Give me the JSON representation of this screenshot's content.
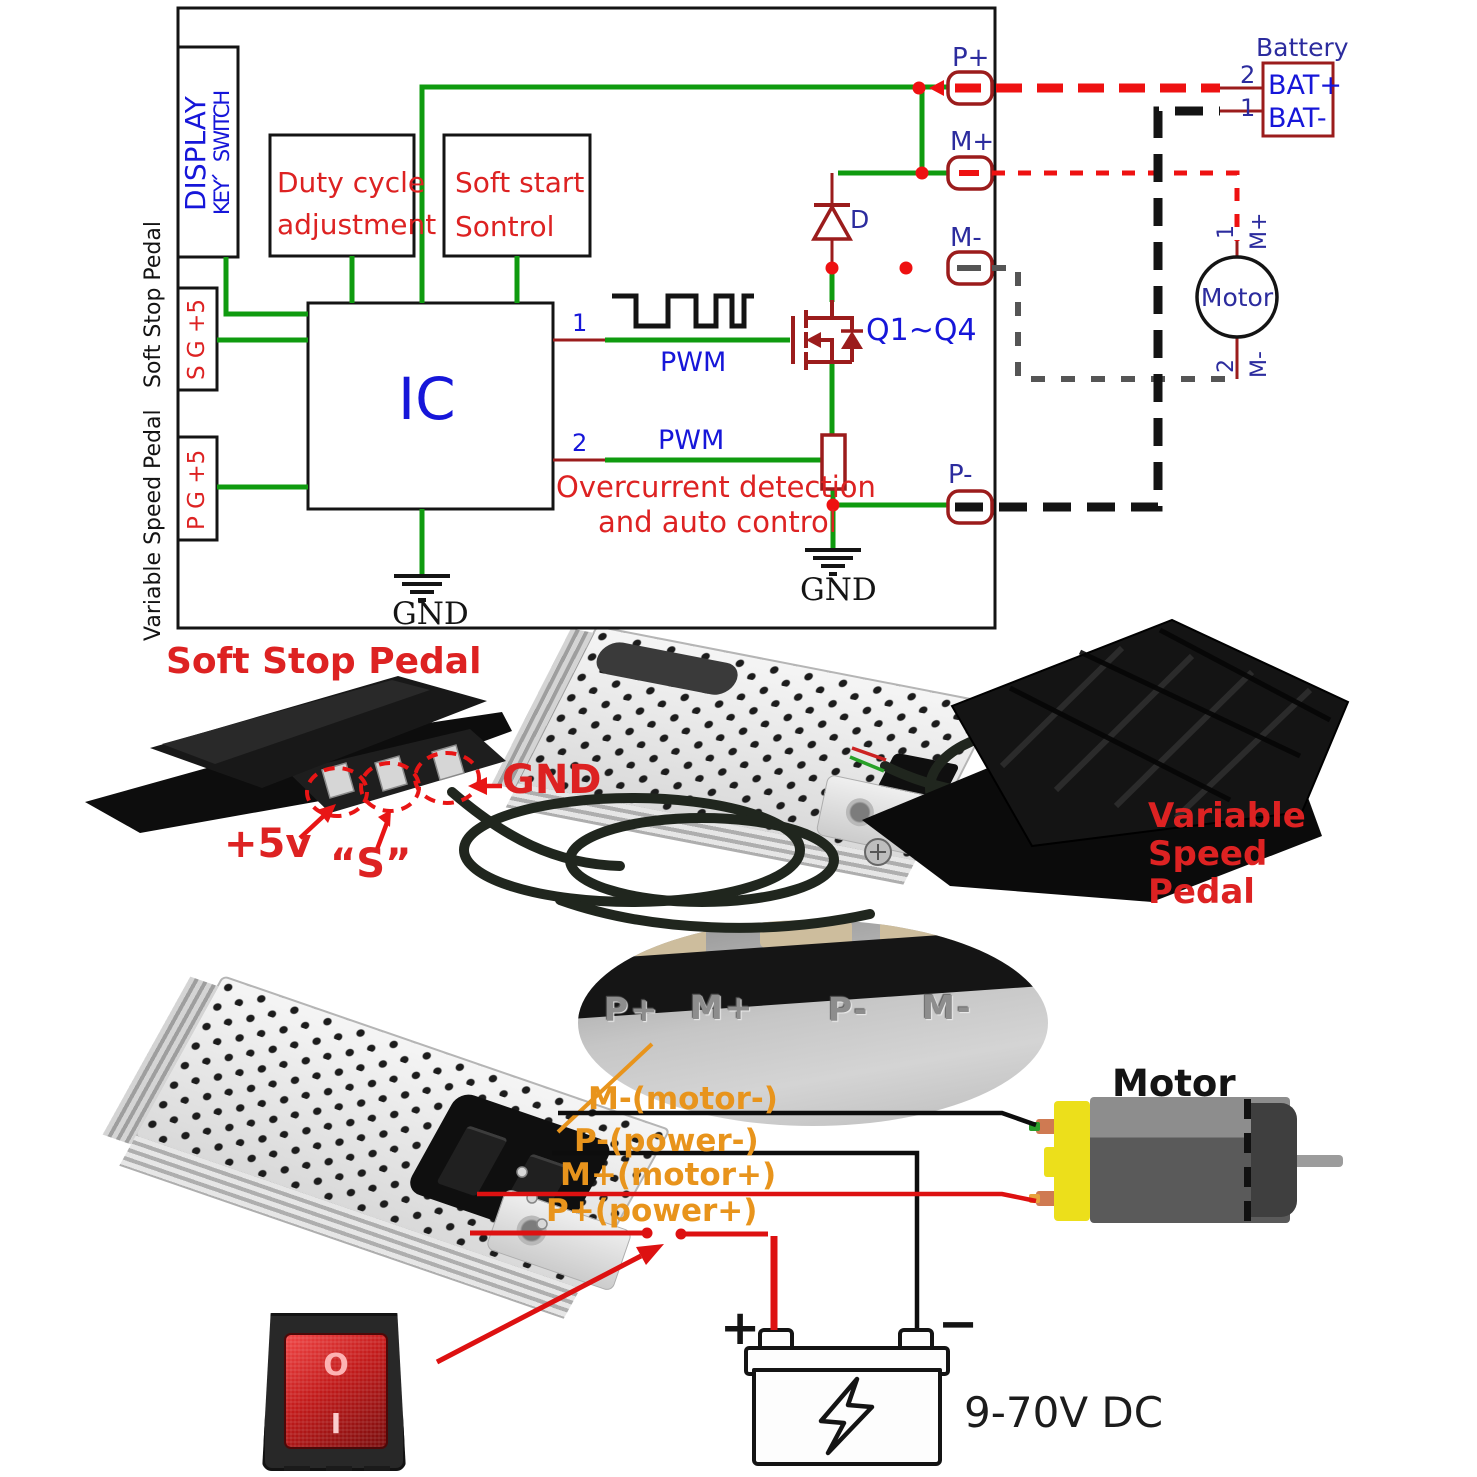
{
  "colors": {
    "wire_green": "#0f9b0f",
    "wire_dark_red": "#9b1c1c",
    "wire_bright_red": "#ee1111",
    "wire_gray": "#555555",
    "text_blue": "#1616d9",
    "text_navy": "#2c2c9e",
    "text_red": "#dd2222",
    "text_orange": "#e8941c"
  },
  "schematic": {
    "display_box_line1": "DISPLAY",
    "display_box_line2": "KEY、SWITCH",
    "soft_stop_side_label": "Soft Stop Pedal",
    "variable_side_label": "Variable Speed Pedal",
    "duty_box_line1": "Duty cycle",
    "duty_box_line2": "adjustment",
    "soft_start_box_line1": "Soft start",
    "soft_start_box_line2": "Sontrol",
    "ic_label": "IC",
    "sg5_connector": "S G +5",
    "pg5_connector": "P G +5",
    "pin1": "1",
    "pin2": "2",
    "pwm_label_1": "PWM",
    "pwm_label_2": "PWM",
    "mosfet_label": "Q1~Q4",
    "diode_label": "D",
    "overcurrent_line1": "Overcurrent detection",
    "overcurrent_line2": "and auto control",
    "gnd_ic": "GND",
    "gnd_power": "GND",
    "terminal_p_plus": "P+",
    "terminal_m_plus": "M+",
    "terminal_m_minus": "M-",
    "terminal_p_minus": "P-",
    "battery_title": "Battery",
    "bat_plus": "BAT+",
    "bat_minus": "BAT-",
    "bat_pin_2": "2",
    "bat_pin_1": "1",
    "motor_label": "Motor",
    "motor_pin_1": "1",
    "motor_wire_m_plus": "M+",
    "motor_pin_2": "2",
    "motor_wire_m_minus": "M-"
  },
  "middle": {
    "title": "Soft Stop Pedal",
    "plus5v_label": "+5v",
    "s_label": "“S”",
    "gnd_label": "GND",
    "variable_line1": "Variable",
    "variable_line2": "Speed",
    "variable_line3": "Pedal"
  },
  "bottom": {
    "stamp_p_plus": "P+",
    "stamp_m_plus": "M+",
    "stamp_p_minus": "P-",
    "stamp_m_minus": "M-",
    "label_m_minus": "M-(motor-)",
    "label_p_minus": "P-(power-)",
    "label_m_plus": "M+(motor+)",
    "label_p_plus": "P+(power+)",
    "motor_title": "Motor",
    "voltage_label": "9-70V DC",
    "battery_plus": "+",
    "battery_minus": "−",
    "switch_off": "O",
    "switch_on": "I"
  }
}
